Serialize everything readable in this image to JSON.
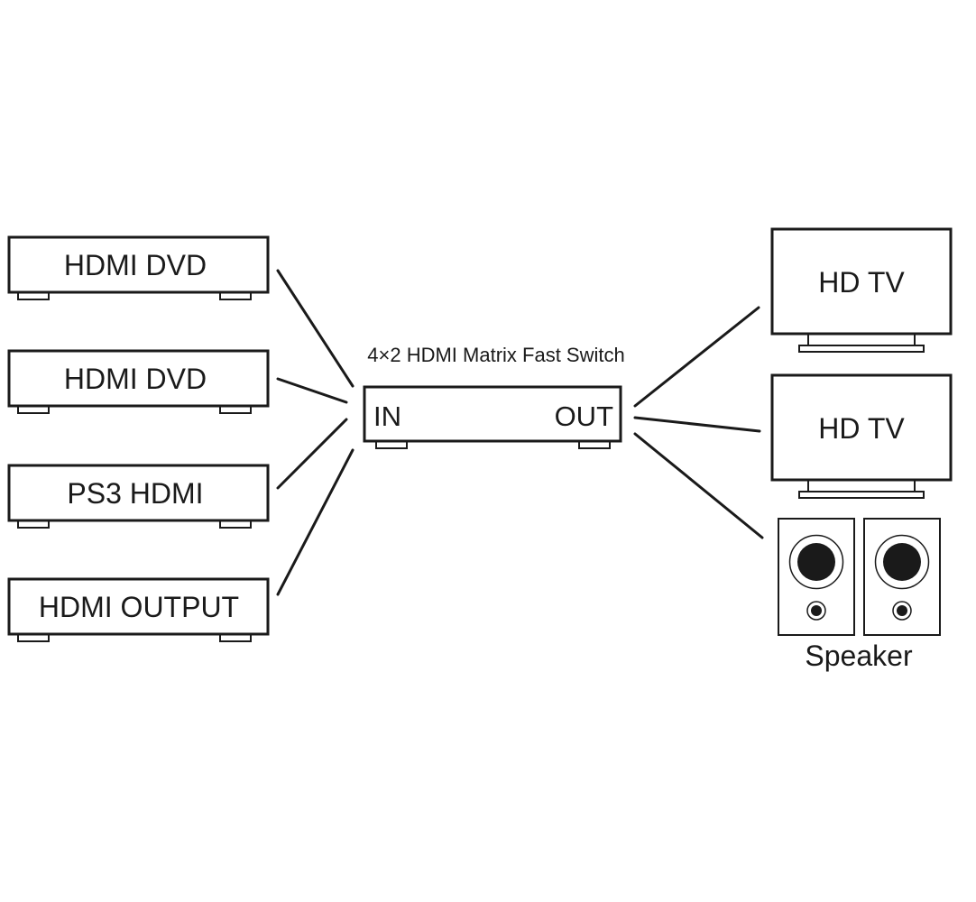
{
  "sources": [
    {
      "label": "HDMI DVD"
    },
    {
      "label": "HDMI DVD"
    },
    {
      "label": "PS3 HDMI"
    },
    {
      "label": "HDMI OUTPUT"
    }
  ],
  "switch": {
    "title": "4×2 HDMI Matrix Fast Switch",
    "in_label": "IN",
    "out_label": "OUT"
  },
  "outputs": {
    "tv1_label": "HD TV",
    "tv2_label": "HD TV",
    "speaker_label": "Speaker"
  },
  "colors": {
    "line": "#1a1a1a",
    "background": "#ffffff"
  }
}
